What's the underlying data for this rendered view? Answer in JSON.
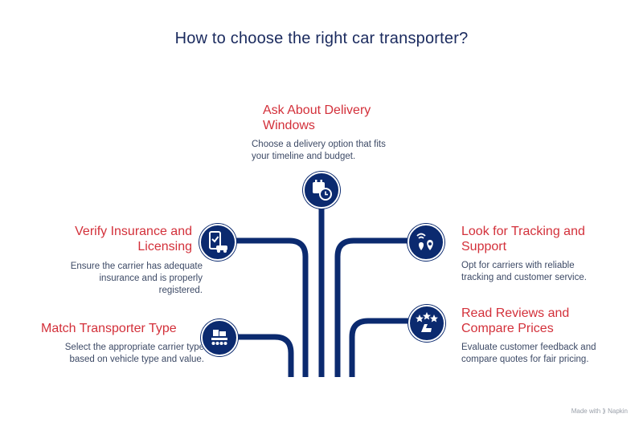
{
  "title": "How to choose the right car transporter?",
  "items": [
    {
      "heading_line1": "Ask About Delivery",
      "heading_line2": "Windows",
      "desc_line1": "Choose a delivery option that fits",
      "desc_line2": "your timeline and budget.",
      "icon": "calendar-clock-icon"
    },
    {
      "heading_line1": "Verify Insurance and",
      "heading_line2": "Licensing",
      "desc_line1": "Ensure the carrier has adequate",
      "desc_line2": "insurance and is properly",
      "desc_line3": "registered.",
      "icon": "phone-car-check-icon"
    },
    {
      "heading_line1": "Look for Tracking and",
      "heading_line2": "Support",
      "desc_line1": "Opt for carriers with reliable",
      "desc_line2": "tracking and customer service.",
      "icon": "tracking-pin-icon"
    },
    {
      "heading_line1": "Match Transporter Type",
      "desc_line1": "Select the appropriate carrier type",
      "desc_line2": "based on vehicle type and value.",
      "icon": "conveyor-boxes-icon"
    },
    {
      "heading_line1": "Read Reviews and",
      "heading_line2": "Compare Prices",
      "desc_line1": "Evaluate customer feedback and",
      "desc_line2": "compare quotes for fair pricing.",
      "icon": "stars-review-icon"
    }
  ],
  "footer": "Made with ⟫ Napkin",
  "colors": {
    "navy": "#0b2a6f",
    "accent": "#d3303a",
    "text": "#3d4a66"
  }
}
